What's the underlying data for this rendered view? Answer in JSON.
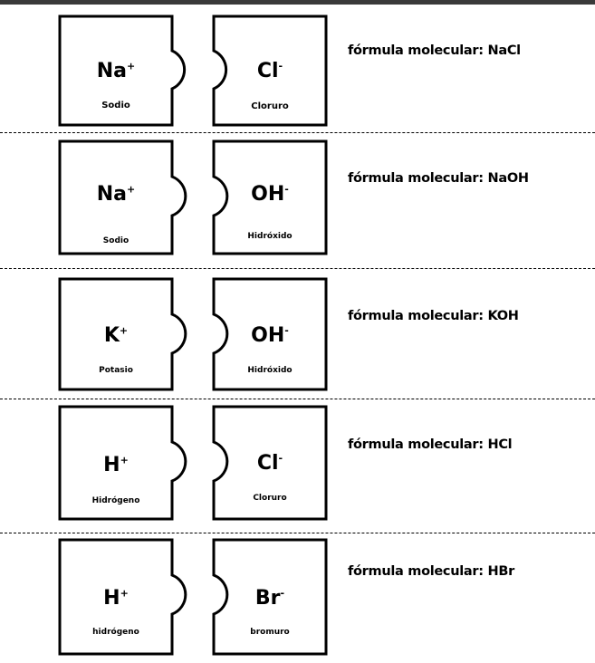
{
  "rows": [
    {
      "cation": {
        "symbol": "Na",
        "charge": "+",
        "name": "Sodio"
      },
      "anion": {
        "symbol": "Cl",
        "charge": "-",
        "name": "Cloruro"
      },
      "formula": "fórmula molecular: NaCl"
    },
    {
      "cation": {
        "symbol": "Na",
        "charge": "+",
        "name": "Sodio"
      },
      "anion": {
        "symbol": "OH",
        "charge": "-",
        "name": "Hidróxido"
      },
      "formula": "fórmula molecular: NaOH"
    },
    {
      "cation": {
        "symbol": "K",
        "charge": "+",
        "name": "Potasio"
      },
      "anion": {
        "symbol": "OH",
        "charge": "-",
        "name": "Hidróxido"
      },
      "formula": "fórmula molecular: KOH"
    },
    {
      "cation": {
        "symbol": "H",
        "charge": "+",
        "name": "Hidrógeno"
      },
      "anion": {
        "symbol": "Cl",
        "charge": "-",
        "name": "Cloruro"
      },
      "formula": "fórmula molecular: HCl"
    },
    {
      "cation": {
        "symbol": "H",
        "charge": "+",
        "name": "hidrógeno"
      },
      "anion": {
        "symbol": "Br",
        "charge": "-",
        "name": "bromuro"
      },
      "formula": "fórmula molecular: HBr"
    }
  ]
}
